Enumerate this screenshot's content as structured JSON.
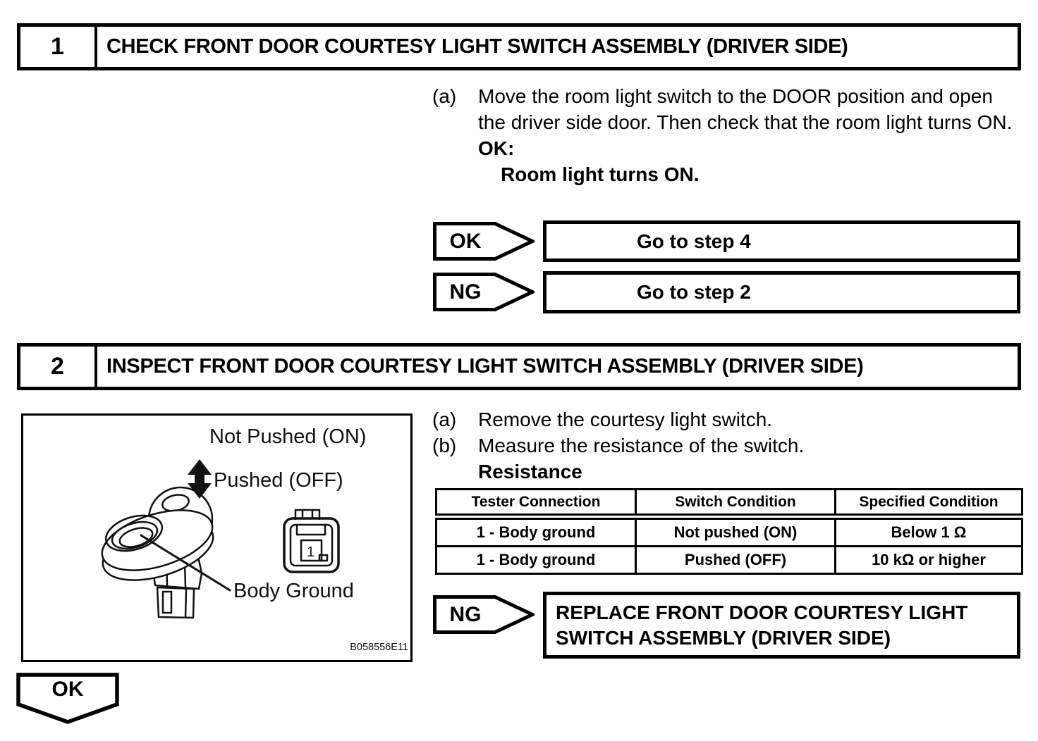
{
  "page": {
    "background": "#ffffff",
    "ink": "#000000"
  },
  "step1": {
    "number": "1",
    "title": "CHECK FRONT DOOR COURTESY LIGHT SWITCH ASSEMBLY (DRIVER SIDE)",
    "instruction_label": "(a)",
    "instruction_text": "Move the room light switch to the DOOR position and open the driver side door. Then check that the room light turns ON.",
    "ok_heading": "OK:",
    "ok_condition": "Room light turns ON.",
    "results": [
      {
        "verdict": "OK",
        "action": "Go to step 4"
      },
      {
        "verdict": "NG",
        "action": "Go to step 2"
      }
    ]
  },
  "step2": {
    "number": "2",
    "title": "INSPECT FRONT DOOR COURTESY LIGHT SWITCH ASSEMBLY (DRIVER SIDE)",
    "instructions": [
      {
        "label": "(a)",
        "text": "Remove the courtesy light switch."
      },
      {
        "label": "(b)",
        "text": "Measure the resistance of the switch."
      }
    ],
    "spec_heading": "Resistance",
    "table": {
      "headers": [
        "Tester Connection",
        "Switch Condition",
        "Specified Condition"
      ],
      "rows": [
        [
          "1 - Body ground",
          "Not pushed (ON)",
          "Below 1 Ω"
        ],
        [
          "1 - Body ground",
          "Pushed (OFF)",
          "10 kΩ or higher"
        ]
      ]
    },
    "figure": {
      "label_not_pushed": "Not Pushed (ON)",
      "label_pushed": "Pushed (OFF)",
      "label_body_ground": "Body Ground",
      "connector_pin": "1",
      "figure_code": "B058556E11"
    },
    "result": {
      "verdict": "NG",
      "action": "REPLACE FRONT DOOR COURTESY LIGHT SWITCH ASSEMBLY (DRIVER SIDE)"
    }
  },
  "footer": {
    "ok_verdict": "OK"
  }
}
